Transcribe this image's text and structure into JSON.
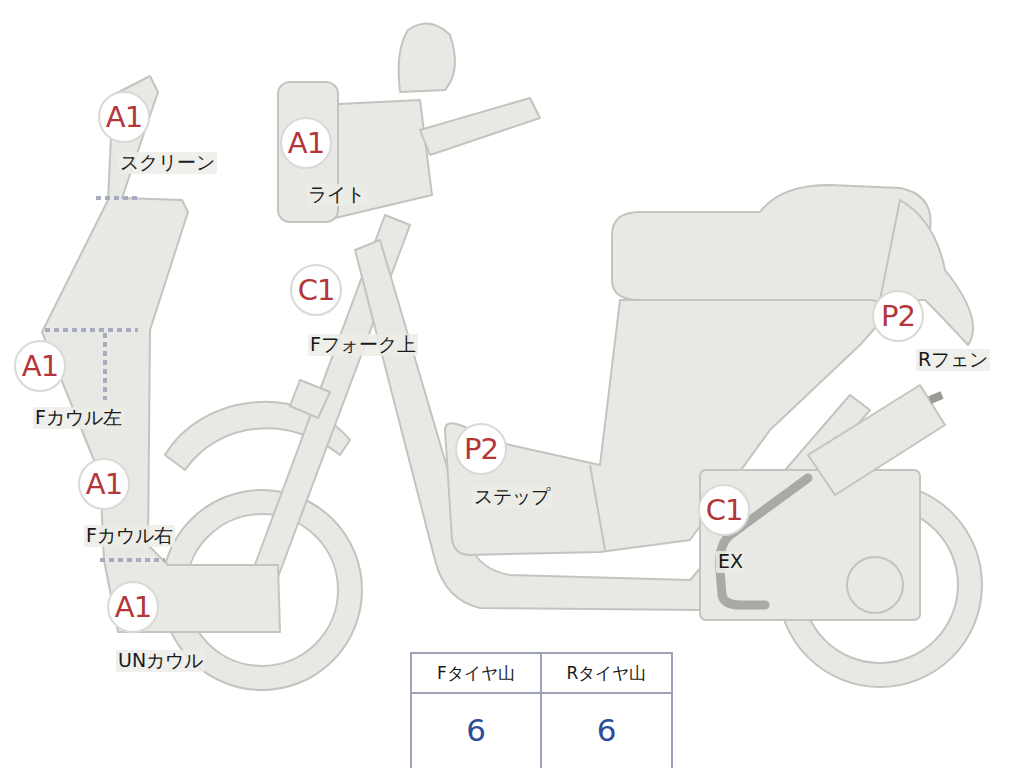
{
  "diagram": {
    "nodes": [
      {
        "text": [
          "A1",
          "スクリーン"
        ]
      },
      {
        "text": [
          "A1",
          "ライト"
        ]
      },
      {
        "text": [
          "C1",
          "Fフォーク上"
        ]
      },
      {
        "text": [
          "P2",
          "Rフェン"
        ]
      },
      {
        "text": [
          "A1",
          "Fカウル左"
        ]
      },
      {
        "text": [
          "P2",
          "ステップ"
        ]
      },
      {
        "text": [
          "A1",
          "Fカウル右"
        ]
      },
      {
        "text": [
          "C1",
          "EX"
        ]
      },
      {
        "text": [
          "A1",
          "UNカウル"
        ]
      }
    ],
    "labels": [
      "Fタイヤ山",
      "Rタイヤ山",
      "6",
      "6"
    ]
  }
}
